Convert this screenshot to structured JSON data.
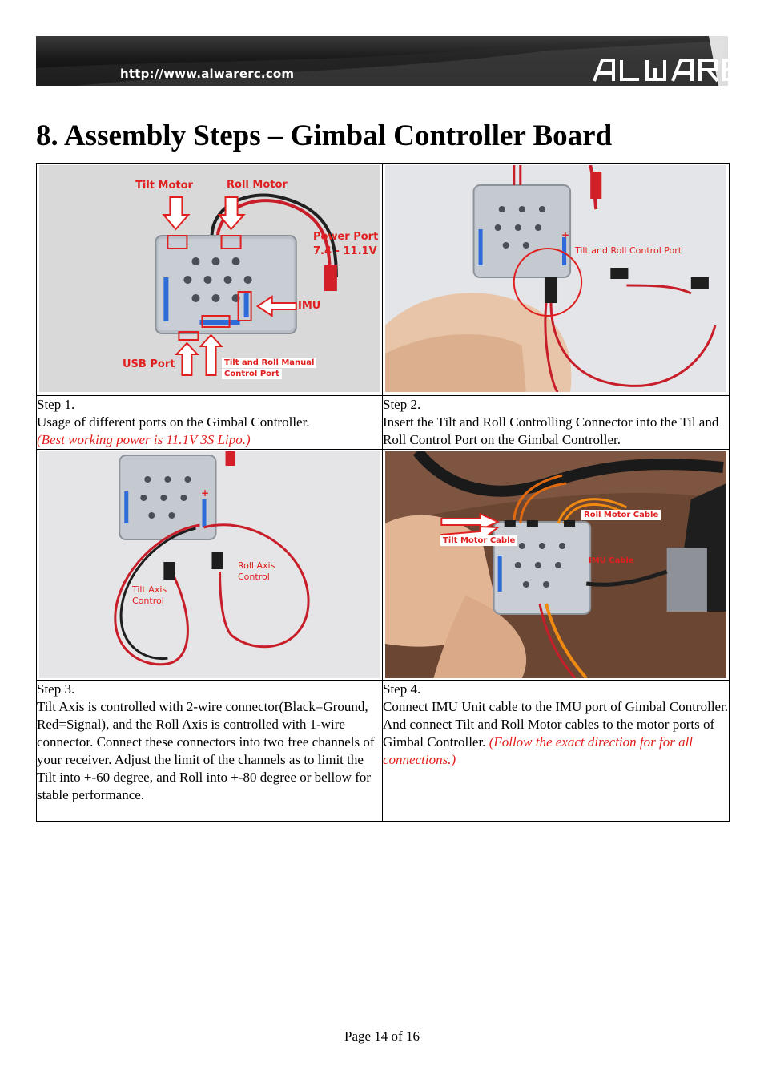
{
  "header": {
    "url": "http://www.alwarerc.com",
    "logo_text": "ALWARE"
  },
  "title": "8. Assembly Steps – Gimbal Controller Board",
  "photos": {
    "p1": {
      "tilt_motor": "Tilt Motor",
      "roll_motor": "Roll Motor",
      "power_port": "Power Port",
      "power_range": "7.4 - 11.1V",
      "imu": "IMU",
      "usb_port": "USB Port",
      "manual_port_1": "Tilt and Roll Manual",
      "manual_port_2": "Control Port"
    },
    "p2": {
      "plus": "+",
      "control_port": "Tilt and Roll Control Port"
    },
    "p3": {
      "plus": "+",
      "roll_axis_1": "Roll Axis",
      "roll_axis_2": "Control",
      "tilt_axis_1": "Tilt Axis",
      "tilt_axis_2": "Control"
    },
    "p4": {
      "roll_motor_cable": "Roll Motor Cable",
      "tilt_motor_cable": "Tilt Motor Cable",
      "imu_cable": "IMU Cable"
    }
  },
  "steps": [
    {
      "heading": "Step 1.",
      "text": "Usage of different ports on the Gimbal Controller.",
      "note": "(Best working power is 11.1V 3S Lipo.)"
    },
    {
      "heading": "Step 2.",
      "text": "Insert the Tilt and Roll Controlling Connector into the Til and Roll Control Port on the Gimbal Controller.",
      "note": ""
    },
    {
      "heading": "Step 3.",
      "text": "Tilt Axis is controlled with 2-wire connector(Black=Ground, Red=Signal), and the Roll Axis is controlled with 1-wire connector. Connect these connectors into two free channels of your receiver. Adjust the limit of the channels as to limit the Tilt into +-60 degree, and Roll into +-80 degree or bellow for stable performance.",
      "note": ""
    },
    {
      "heading": "Step 4.",
      "text": "Connect IMU Unit cable to the IMU port of Gimbal Controller. And connect Tilt and Roll Motor cables to the motor ports of Gimbal Controller.",
      "note": "(Follow the exact direction for for all connections.)"
    }
  ],
  "footer": "Page 14 of 16"
}
